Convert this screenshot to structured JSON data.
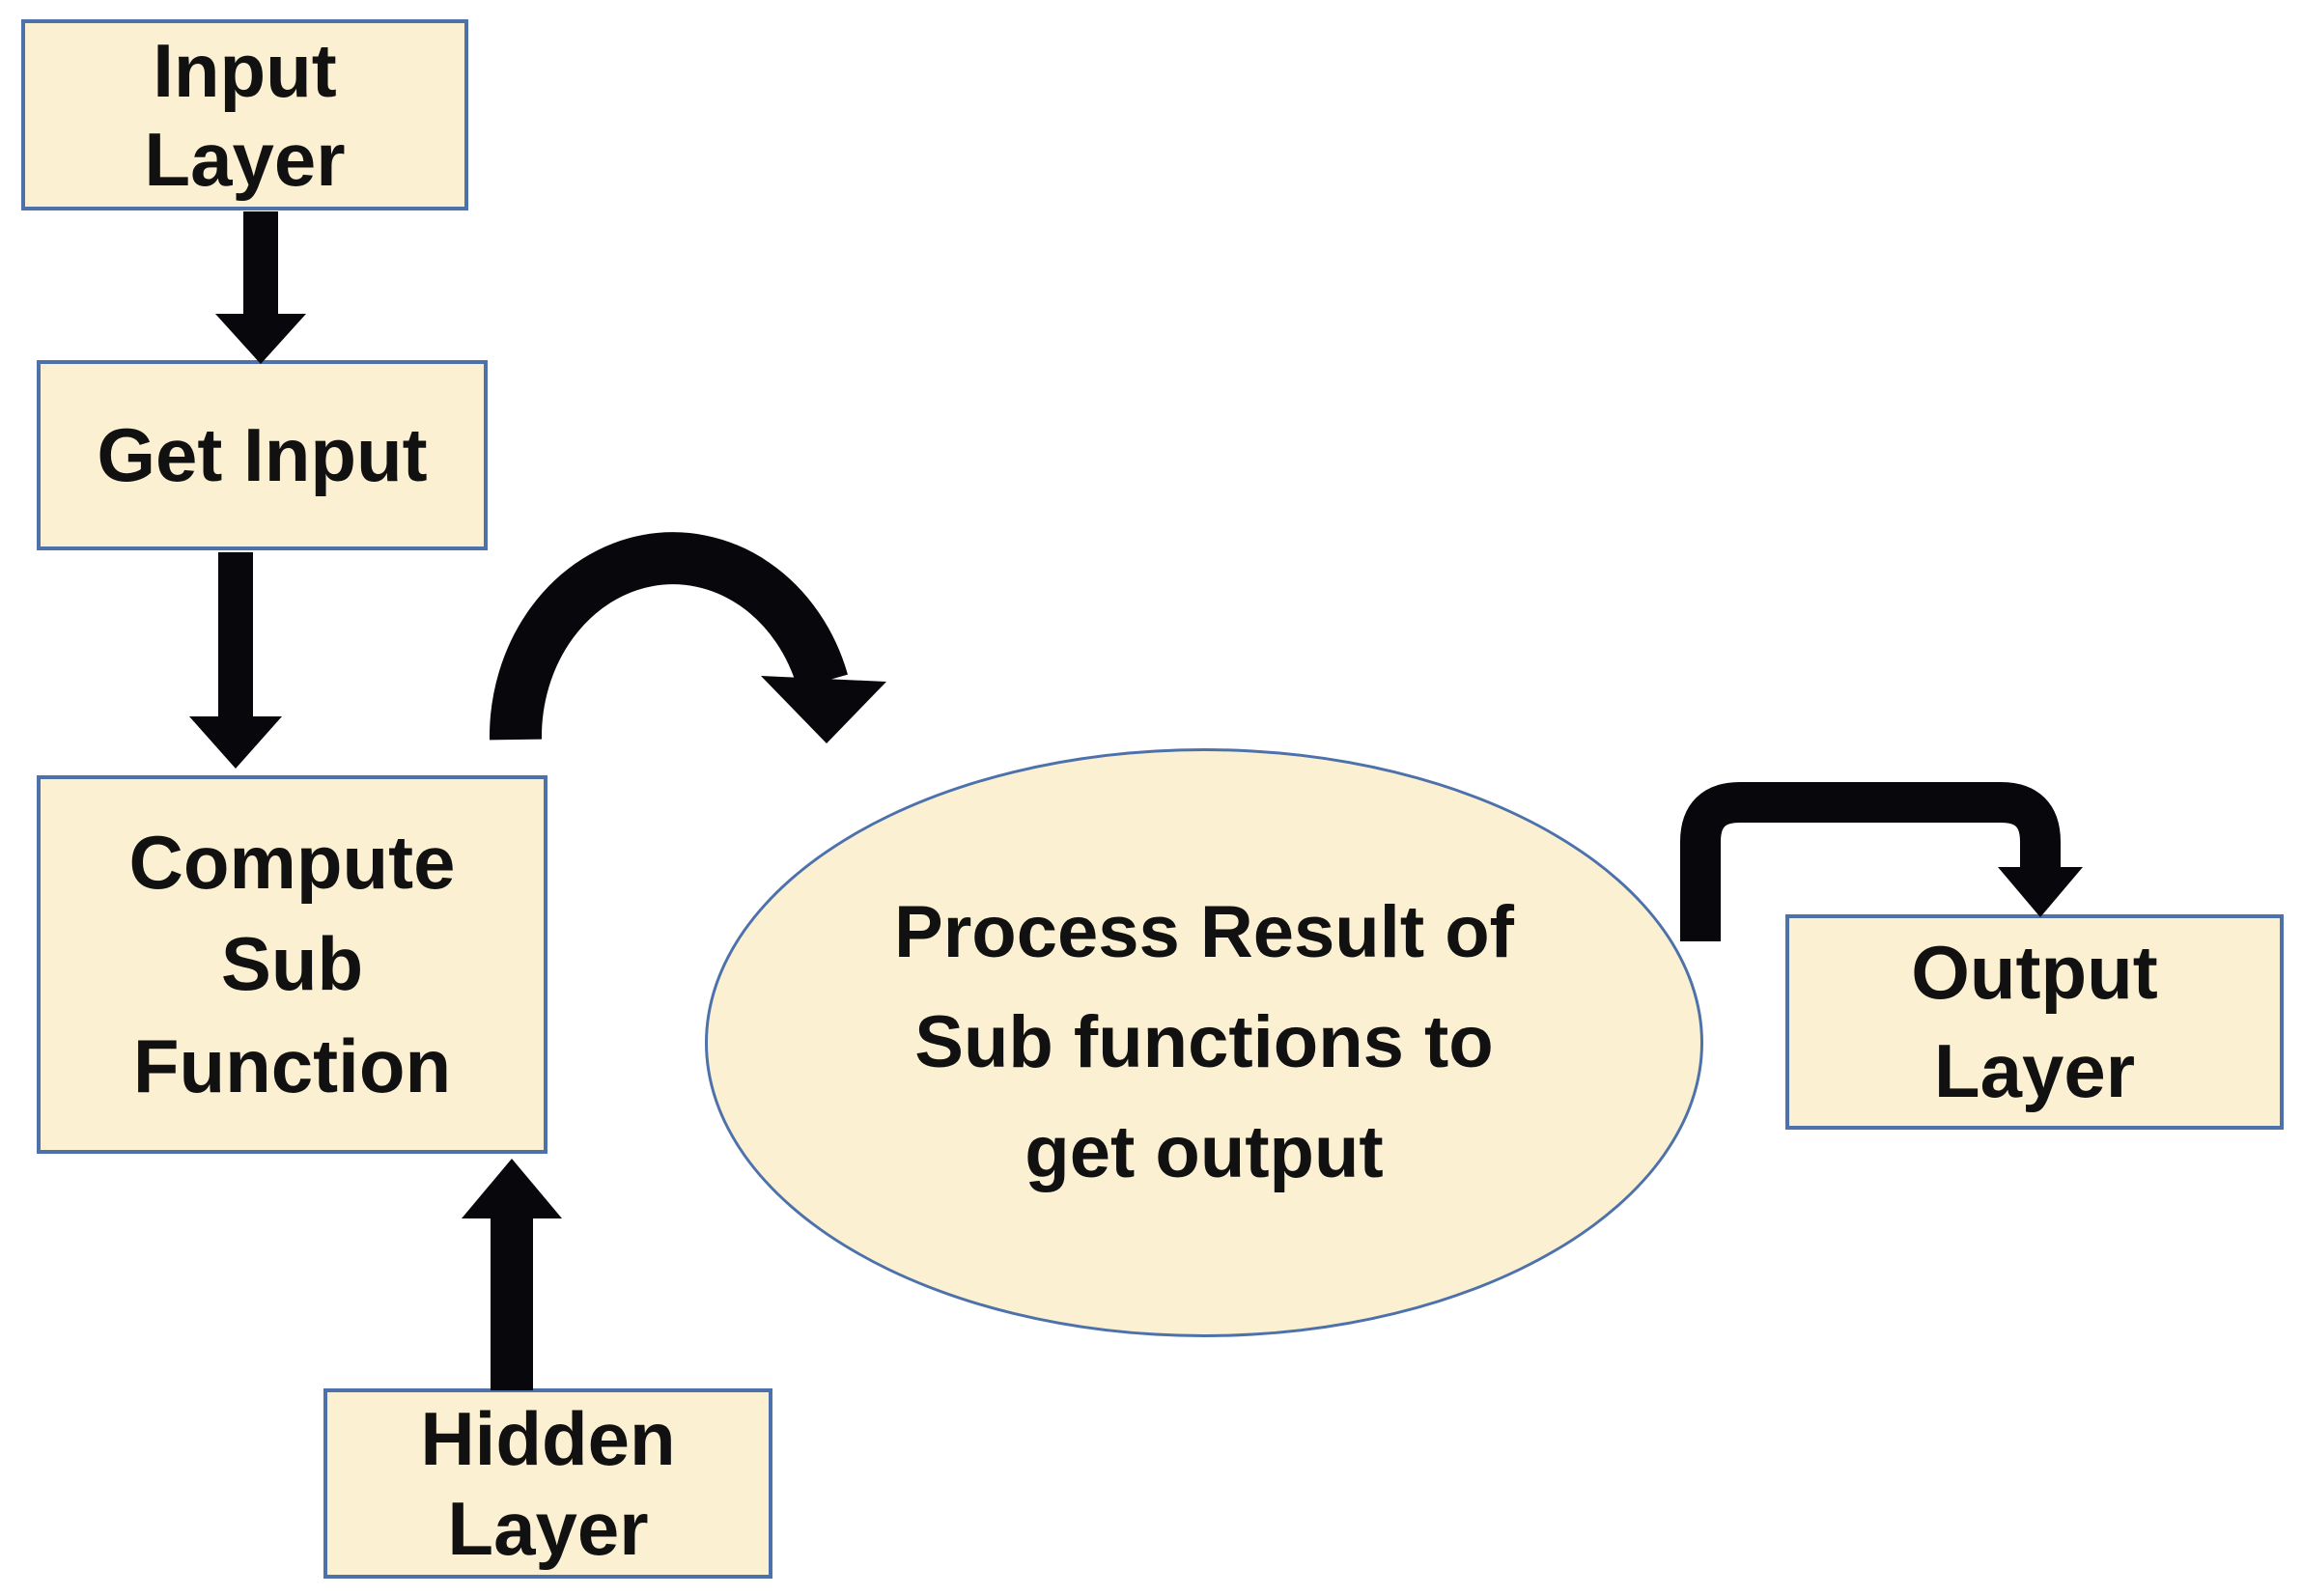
{
  "diagram": {
    "nodes": {
      "input_layer": {
        "shape": "rectangle",
        "lines": [
          "Input",
          "Layer"
        ]
      },
      "get_input": {
        "shape": "rectangle",
        "lines": [
          "Get Input"
        ]
      },
      "compute_sub_function": {
        "shape": "rectangle",
        "lines": [
          "Compute",
          "Sub",
          "Function"
        ]
      },
      "hidden_layer": {
        "shape": "rectangle",
        "lines": [
          "Hidden",
          "Layer"
        ]
      },
      "process_result": {
        "shape": "ellipse",
        "lines": [
          "Process Result of",
          "Sub functions to",
          "get output"
        ]
      },
      "output_layer": {
        "shape": "rectangle",
        "lines": [
          "Output",
          "Layer"
        ]
      }
    },
    "edges": [
      {
        "from": "input_layer",
        "to": "get_input",
        "style": "straight-down-arrow"
      },
      {
        "from": "get_input",
        "to": "compute_sub_function",
        "style": "straight-down-arrow"
      },
      {
        "from": "hidden_layer",
        "to": "compute_sub_function",
        "style": "straight-up-arrow"
      },
      {
        "from": "compute_sub_function",
        "to": "process_result",
        "style": "curved-arc-arrow"
      },
      {
        "from": "process_result",
        "to": "output_layer",
        "style": "elbow-arrow"
      }
    ],
    "colors": {
      "node_fill": "#fbf0d2",
      "node_border": "#4d72ab",
      "arrow": "#08080c",
      "text": "#111111",
      "background": "#ffffff"
    }
  }
}
